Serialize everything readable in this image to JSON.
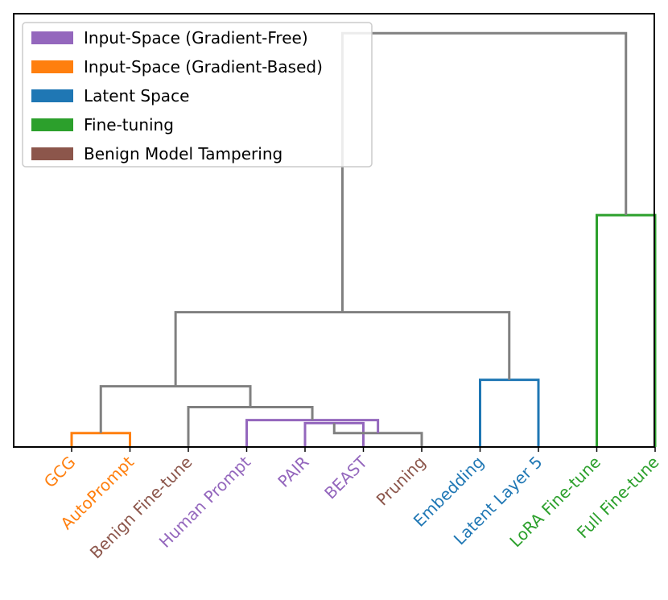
{
  "chart_data": {
    "type": "dendrogram",
    "title": "",
    "xlabel": "",
    "ylabel": "",
    "grid": false,
    "legend_placement": "top-left",
    "legend": [
      {
        "label": "Input-Space (Gradient-Free)",
        "color": "#9467bd"
      },
      {
        "label": "Input-Space (Gradient-Based)",
        "color": "#ff7f0e"
      },
      {
        "label": "Latent Space",
        "color": "#1f77b4"
      },
      {
        "label": "Fine-tuning",
        "color": "#2ca02c"
      },
      {
        "label": "Benign Model Tampering",
        "color": "#8c564b"
      }
    ],
    "leaves": [
      {
        "label": "GCG",
        "color": "#ff7f0e"
      },
      {
        "label": "AutoPrompt",
        "color": "#ff7f0e"
      },
      {
        "label": "Benign Fine-tune",
        "color": "#8c564b"
      },
      {
        "label": "Human Prompt",
        "color": "#9467bd"
      },
      {
        "label": "PAIR",
        "color": "#9467bd"
      },
      {
        "label": "BEAST",
        "color": "#9467bd"
      },
      {
        "label": "Pruning",
        "color": "#8c564b"
      },
      {
        "label": "Embedding",
        "color": "#1f77b4"
      },
      {
        "label": "Latent Layer 5",
        "color": "#1f77b4"
      },
      {
        "label": "LoRA Fine-tune",
        "color": "#2ca02c"
      },
      {
        "label": "Full Fine-tune",
        "color": "#2ca02c"
      }
    ],
    "ylim": [
      0,
      1.0
    ],
    "merges": [
      {
        "id": "m_gcg_auto",
        "left": "GCG",
        "right": "AutoPrompt",
        "height": 0.032,
        "color": "#ff7f0e"
      },
      {
        "id": "m_pair_beast",
        "left": "PAIR",
        "right": "BEAST",
        "height": 0.055,
        "color": "#9467bd"
      },
      {
        "id": "m_pruning",
        "left": "m_pair_beast",
        "right": "Pruning",
        "height": 0.032,
        "color": "#808080"
      },
      {
        "id": "m_human",
        "left": "Human Prompt",
        "right": "m_pruning",
        "height": 0.062,
        "color": "#9467bd"
      },
      {
        "id": "m_benign",
        "left": "Benign Fine-tune",
        "right": "m_human",
        "height": 0.092,
        "color": "#808080"
      },
      {
        "id": "m_input",
        "left": "m_gcg_auto",
        "right": "m_benign",
        "height": 0.14,
        "color": "#808080"
      },
      {
        "id": "m_latent",
        "left": "Embedding",
        "right": "Latent Layer 5",
        "height": 0.155,
        "color": "#1f77b4"
      },
      {
        "id": "m_non_ft",
        "left": "m_input",
        "right": "m_latent",
        "height": 0.311,
        "color": "#808080"
      },
      {
        "id": "m_ft",
        "left": "LoRA Fine-tune",
        "right": "Full Fine-tune",
        "height": 0.535,
        "color": "#2ca02c"
      },
      {
        "id": "m_root",
        "left": "m_non_ft",
        "right": "m_ft",
        "height": 0.955,
        "color": "#808080"
      }
    ]
  }
}
